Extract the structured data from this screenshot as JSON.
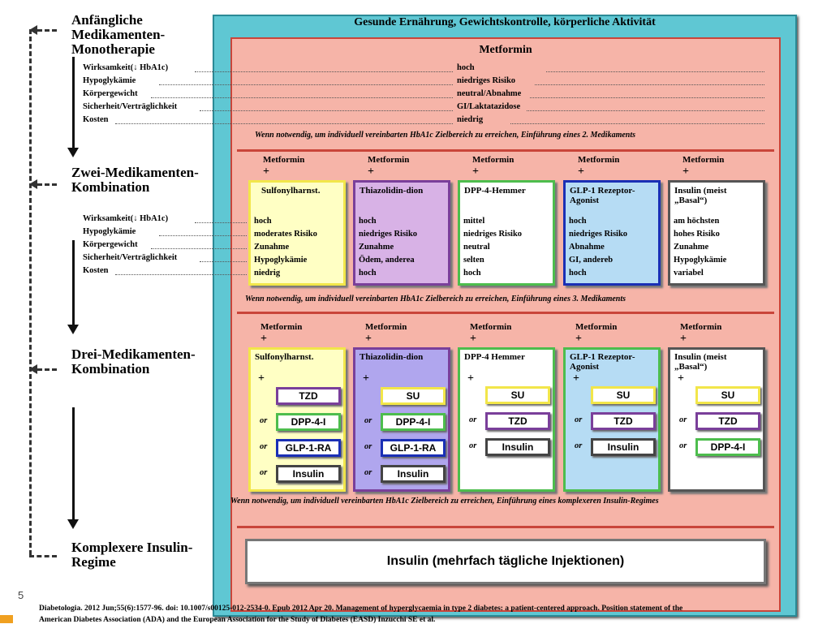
{
  "left": {
    "step1": "Anfängliche Medikamenten-Monotherapie",
    "step2": "Zwei-Medikamenten-Kombination",
    "step3": "Drei-Medikamenten-Kombination",
    "step4": "Komplexere Insulin-Regime",
    "attributes": [
      "Wirksamkeit(↓ HbA1c)",
      "Hypoglykämie",
      "Körpergewicht",
      "Sicherheit/Verträglichkeit",
      "Kosten"
    ]
  },
  "outer_title": "Gesunde Ernährung, Gewichtskontrolle, körperliche Aktivität",
  "mono": {
    "title": "Metformin",
    "values": [
      "hoch",
      "niedriges Risiko",
      "neutral/Abnahme",
      "GI/Laktatazidose",
      "niedrig"
    ]
  },
  "note2": "Wenn notwendig, um individuell vereinbarten HbA1c Zielbereich zu erreichen, Einführung eines 2. Medikaments",
  "note3": "Wenn notwendig, um individuell vereinbarten HbA1c Zielbereich zu erreichen, Einführung eines 3. Medikaments",
  "note4": "Wenn notwendig, um individuell vereinbarten HbA1c Zielbereich zu erreichen, Einführung eines komplexeren Insulin-Regimes",
  "metformin_label": "Metformin",
  "plus": "+",
  "or": "or",
  "dual": [
    {
      "title": "Sulfonylharnst.",
      "color": "#f2e64a",
      "bg": "#ffffc4",
      "values": [
        "hoch",
        "moderates Risiko",
        "Zunahme",
        "Hypoglykämie",
        "niedrig"
      ]
    },
    {
      "title": "Thiazolidin-dion",
      "color": "#7a3f9a",
      "bg": "#d8b2e6",
      "values": [
        "hoch",
        "niedriges Risiko",
        "Zunahme",
        "Ödem, anderea",
        "hoch"
      ]
    },
    {
      "title": "DPP-4-Hemmer",
      "color": "#4dbd4d",
      "bg": "#ffffff",
      "values": [
        "mittel",
        "niedriges Risiko",
        "neutral",
        "selten",
        "hoch"
      ]
    },
    {
      "title": "GLP-1 Rezeptor-Agonist",
      "color": "#1a2fb5",
      "bg": "#b6dcf4",
      "values": [
        "hoch",
        "niedriges Risiko",
        "Abnahme",
        "GI, andereb",
        "hoch"
      ]
    },
    {
      "title": "Insulin (meist „Basal“)",
      "color": "#555555",
      "bg": "#ffffff",
      "values": [
        "am höchsten",
        "hohes Risiko",
        "Zunahme",
        "Hypoglykämie",
        "variabel"
      ]
    }
  ],
  "triple": [
    {
      "title": "Sulfonylharnst.",
      "color": "#f2e64a",
      "bg": "#ffffc4",
      "options": [
        "TZD",
        "DPP-4-I",
        "GLP-1-RA",
        "Insulin"
      ]
    },
    {
      "title": "Thiazolidin-dion",
      "color": "#7a3f9a",
      "bg": "#b0a6ee",
      "options": [
        "SU",
        "DPP-4-I",
        "GLP-1-RA",
        "Insulin"
      ]
    },
    {
      "title": "DPP-4 Hemmer",
      "color": "#4dbd4d",
      "bg": "#ffffff",
      "options": [
        "SU",
        "TZD",
        "Insulin"
      ]
    },
    {
      "title": "GLP-1 Rezeptor-Agonist",
      "color": "#4dbd4d",
      "bg": "#b6dcf4",
      "options": [
        "SU",
        "TZD",
        "Insulin"
      ]
    },
    {
      "title": "Insulin (meist „Basal“)",
      "color": "#555555",
      "bg": "#ffffff",
      "options": [
        "SU",
        "TZD",
        "DPP-4-I"
      ]
    }
  ],
  "pill_colors": {
    "TZD": "#7a3f9a",
    "SU": "#f2e64a",
    "DPP-4-I": "#4dbd4d",
    "GLP-1-RA": "#1a2fb5",
    "Insulin": "#444444"
  },
  "insulin_final": "Insulin (mehrfach tägliche Injektionen)",
  "page_number": "5",
  "citation_line1": "Diabetologia. 2012 Jun;55(6):1577-96. doi: 10.1007/s00125-012-2534-0. Epub 2012 Apr 20. Management of hyperglycaemia in type 2 diabetes: a patient-centered approach. Position statement of the",
  "citation_line2": "American Diabetes Association (ADA) and the European Association for the Study of Diabetes (EASD) Inzucchi SE et al."
}
